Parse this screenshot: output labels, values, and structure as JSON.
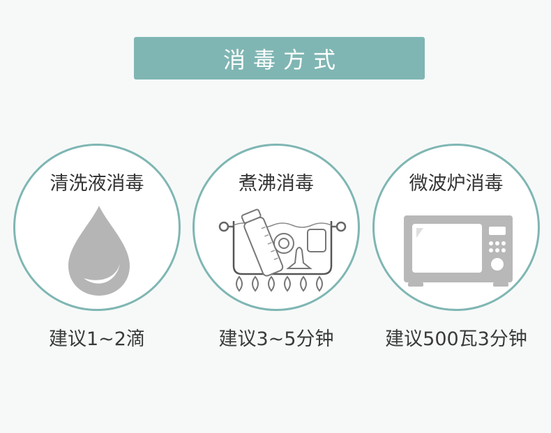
{
  "header": {
    "title": "消毒方式"
  },
  "methods": [
    {
      "title": "清洗液消毒",
      "caption": "建议1~2滴",
      "icon": "water-drop-icon"
    },
    {
      "title": "煮沸消毒",
      "caption": "建议3~5分钟",
      "icon": "boiling-pot-icon"
    },
    {
      "title": "微波炉消毒",
      "caption": "建议500瓦3分钟",
      "icon": "microwave-icon"
    }
  ],
  "colors": {
    "accent": "#7fb6b3",
    "icon_gray": "#b5b5b5",
    "background": "#f6f9f8"
  }
}
